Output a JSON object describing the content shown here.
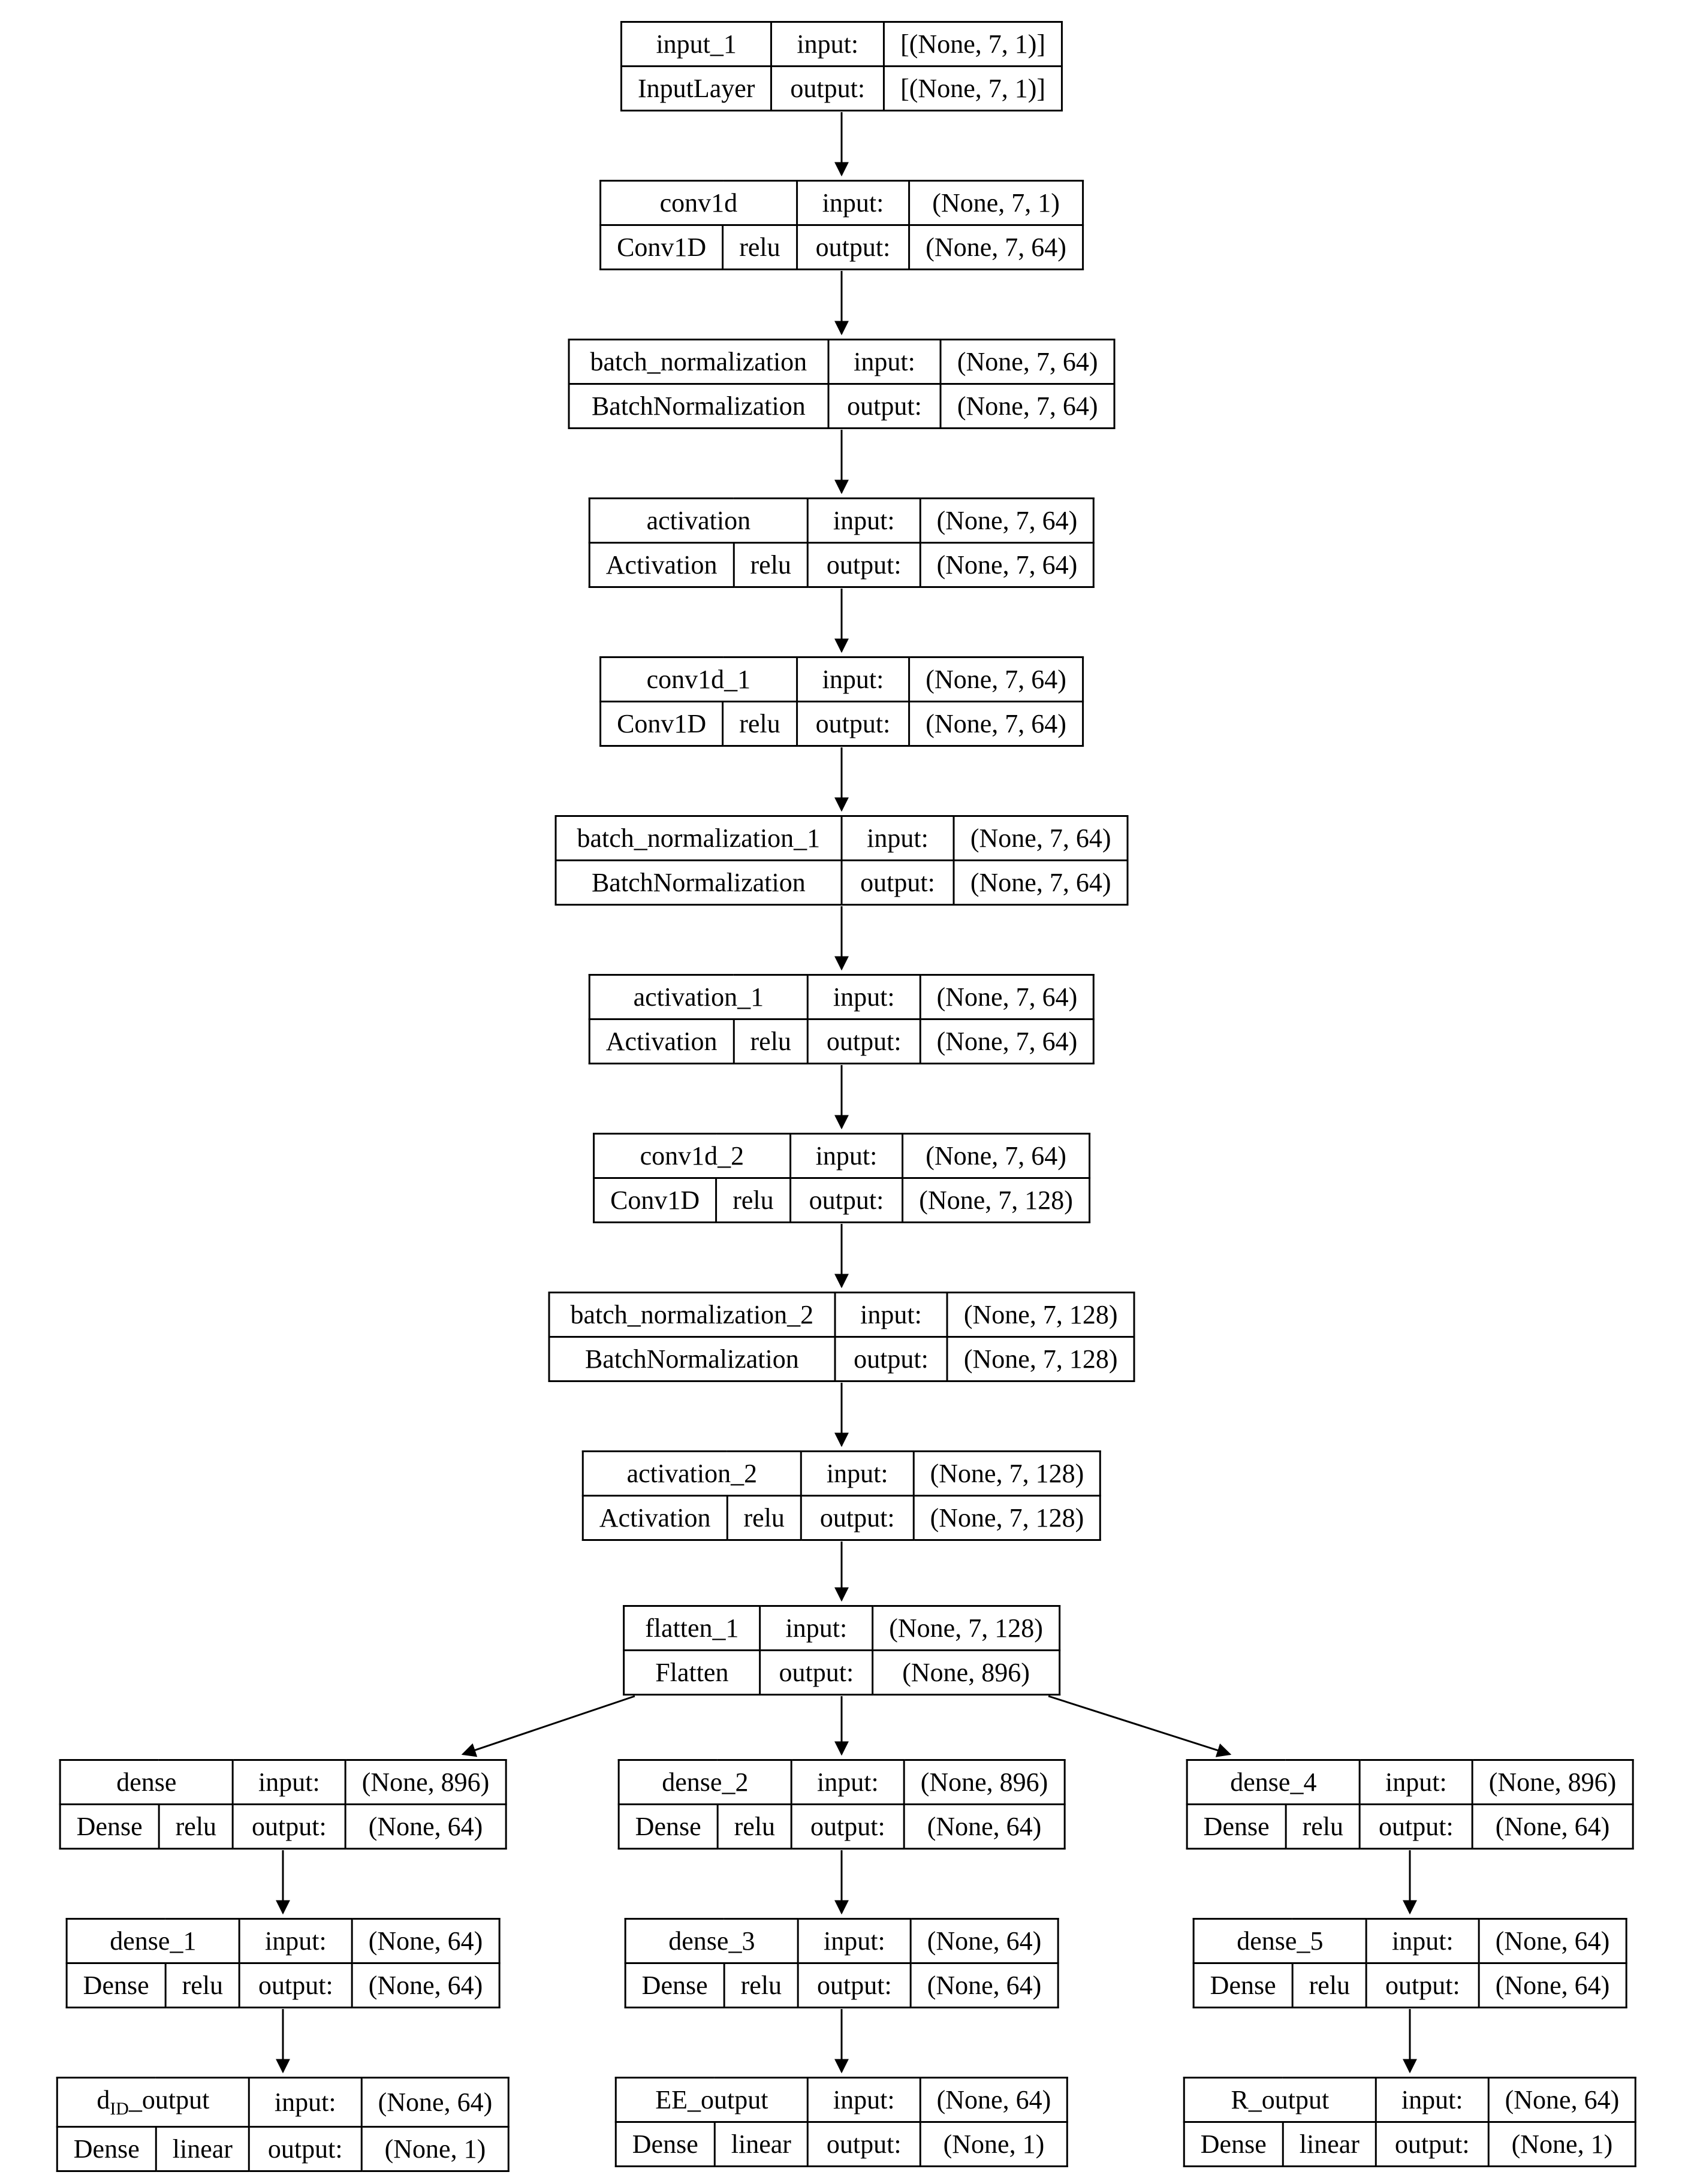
{
  "diagram": {
    "kind": "keras-model-architecture-graph",
    "background": "#ffffff",
    "line_color": "#000000",
    "labels": {
      "input": "input:",
      "output": "output:"
    },
    "nodes": [
      {
        "id": "input_1",
        "name": "input_1",
        "layer_type": "InputLayer",
        "activation": null,
        "input_shape": "[(None, 7, 1)]",
        "output_shape": "[(None, 7, 1)]"
      },
      {
        "id": "conv1d",
        "name": "conv1d",
        "layer_type": "Conv1D",
        "activation": "relu",
        "input_shape": "(None, 7, 1)",
        "output_shape": "(None, 7, 64)"
      },
      {
        "id": "batch_normalization",
        "name": "batch_normalization",
        "layer_type": "BatchNormalization",
        "activation": null,
        "input_shape": "(None, 7, 64)",
        "output_shape": "(None, 7, 64)"
      },
      {
        "id": "activation",
        "name": "activation",
        "layer_type": "Activation",
        "activation": "relu",
        "input_shape": "(None, 7, 64)",
        "output_shape": "(None, 7, 64)"
      },
      {
        "id": "conv1d_1",
        "name": "conv1d_1",
        "layer_type": "Conv1D",
        "activation": "relu",
        "input_shape": "(None, 7, 64)",
        "output_shape": "(None, 7, 64)"
      },
      {
        "id": "batch_normalization_1",
        "name": "batch_normalization_1",
        "layer_type": "BatchNormalization",
        "activation": null,
        "input_shape": "(None, 7, 64)",
        "output_shape": "(None, 7, 64)"
      },
      {
        "id": "activation_1",
        "name": "activation_1",
        "layer_type": "Activation",
        "activation": "relu",
        "input_shape": "(None, 7, 64)",
        "output_shape": "(None, 7, 64)"
      },
      {
        "id": "conv1d_2",
        "name": "conv1d_2",
        "layer_type": "Conv1D",
        "activation": "relu",
        "input_shape": "(None, 7, 64)",
        "output_shape": "(None, 7, 128)"
      },
      {
        "id": "batch_normalization_2",
        "name": "batch_normalization_2",
        "layer_type": "BatchNormalization",
        "activation": null,
        "input_shape": "(None, 7, 128)",
        "output_shape": "(None, 7, 128)"
      },
      {
        "id": "activation_2",
        "name": "activation_2",
        "layer_type": "Activation",
        "activation": "relu",
        "input_shape": "(None, 7, 128)",
        "output_shape": "(None, 7, 128)"
      },
      {
        "id": "flatten_1",
        "name": "flatten_1",
        "layer_type": "Flatten",
        "activation": null,
        "input_shape": "(None, 7, 128)",
        "output_shape": "(None, 896)"
      },
      {
        "id": "dense",
        "name": "dense",
        "layer_type": "Dense",
        "activation": "relu",
        "input_shape": "(None, 896)",
        "output_shape": "(None, 64)"
      },
      {
        "id": "dense_2",
        "name": "dense_2",
        "layer_type": "Dense",
        "activation": "relu",
        "input_shape": "(None, 896)",
        "output_shape": "(None, 64)"
      },
      {
        "id": "dense_4",
        "name": "dense_4",
        "layer_type": "Dense",
        "activation": "relu",
        "input_shape": "(None, 896)",
        "output_shape": "(None, 64)"
      },
      {
        "id": "dense_1",
        "name": "dense_1",
        "layer_type": "Dense",
        "activation": "relu",
        "input_shape": "(None, 64)",
        "output_shape": "(None, 64)"
      },
      {
        "id": "dense_3",
        "name": "dense_3",
        "layer_type": "Dense",
        "activation": "relu",
        "input_shape": "(None, 64)",
        "output_shape": "(None, 64)"
      },
      {
        "id": "dense_5",
        "name": "dense_5",
        "layer_type": "Dense",
        "activation": "relu",
        "input_shape": "(None, 64)",
        "output_shape": "(None, 64)"
      },
      {
        "id": "d_ID_output",
        "name": "d_ID_output",
        "name_base": "d",
        "name_sub": "ID",
        "name_rest": "_output",
        "layer_type": "Dense",
        "activation": "linear",
        "input_shape": "(None, 64)",
        "output_shape": "(None, 1)"
      },
      {
        "id": "EE_output",
        "name": "EE_output",
        "layer_type": "Dense",
        "activation": "linear",
        "input_shape": "(None, 64)",
        "output_shape": "(None, 1)"
      },
      {
        "id": "R_output",
        "name": "R_output",
        "layer_type": "Dense",
        "activation": "linear",
        "input_shape": "(None, 64)",
        "output_shape": "(None, 1)"
      }
    ],
    "edges": [
      [
        "input_1",
        "conv1d"
      ],
      [
        "conv1d",
        "batch_normalization"
      ],
      [
        "batch_normalization",
        "activation"
      ],
      [
        "activation",
        "conv1d_1"
      ],
      [
        "conv1d_1",
        "batch_normalization_1"
      ],
      [
        "batch_normalization_1",
        "activation_1"
      ],
      [
        "activation_1",
        "conv1d_2"
      ],
      [
        "conv1d_2",
        "batch_normalization_2"
      ],
      [
        "batch_normalization_2",
        "activation_2"
      ],
      [
        "activation_2",
        "flatten_1"
      ],
      [
        "flatten_1",
        "dense"
      ],
      [
        "flatten_1",
        "dense_2"
      ],
      [
        "flatten_1",
        "dense_4"
      ],
      [
        "dense",
        "dense_1"
      ],
      [
        "dense_1",
        "d_ID_output"
      ],
      [
        "dense_2",
        "dense_3"
      ],
      [
        "dense_3",
        "EE_output"
      ],
      [
        "dense_4",
        "dense_5"
      ],
      [
        "dense_5",
        "R_output"
      ]
    ]
  }
}
